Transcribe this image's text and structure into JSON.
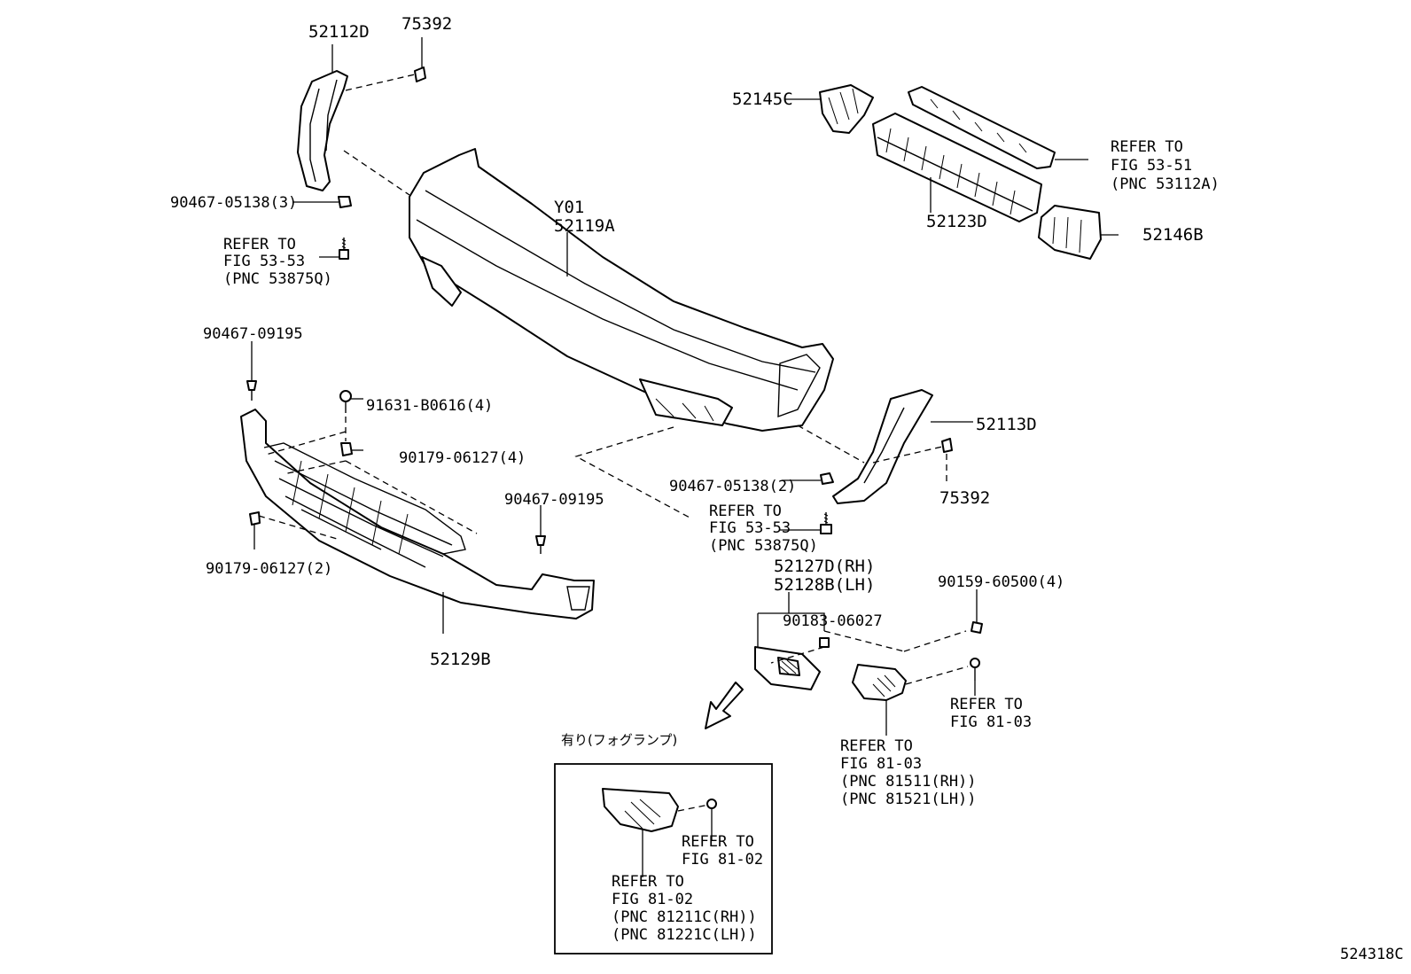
{
  "labels": {
    "p52112D": "52112D",
    "p75392_top": "75392",
    "p52145C": "52145C",
    "refer_53_51": [
      "REFER TO",
      "FIG 53-51",
      "(PNC 53112A)"
    ],
    "p90467_05138_3": "90467-05138(3)",
    "y01": "Y01",
    "p52119A": "52119A",
    "p52123D": "52123D",
    "p52146B": "52146B",
    "refer_53_53_left": [
      "REFER TO",
      "FIG 53-53",
      "(PNC 53875Q)"
    ],
    "p90467_09195_left": "90467-09195",
    "p91631": "91631-B0616(4)",
    "p90179_4": "90179-06127(4)",
    "p52113D": "52113D",
    "p90467_09195_mid": "90467-09195",
    "p90467_05138_2": "90467-05138(2)",
    "refer_53_53_right": [
      "REFER TO",
      "FIG 53-53",
      "(PNC 53875Q)"
    ],
    "p75392_right": "75392",
    "p90179_2": "90179-06127(2)",
    "p52127D": "52127D(RH)",
    "p52128B": "52128B(LH)",
    "p90159": "90159-60500(4)",
    "p90183": "90183-06027",
    "p52129B": "52129B",
    "refer_81_03_right": [
      "REFER TO",
      "FIG 81-03"
    ],
    "fog_title": "有り(フォグランプ)",
    "refer_81_03_bottom": [
      "REFER TO",
      "FIG 81-03",
      "(PNC 81511(RH))",
      "(PNC 81521(LH))"
    ],
    "refer_81_02_right": [
      "REFER TO",
      "FIG 81-02"
    ],
    "refer_81_02_bottom": [
      "REFER TO",
      "FIG 81-02",
      "(PNC 81211C(RH))",
      "(PNC 81221C(LH))"
    ],
    "ref_code": "524318C"
  }
}
